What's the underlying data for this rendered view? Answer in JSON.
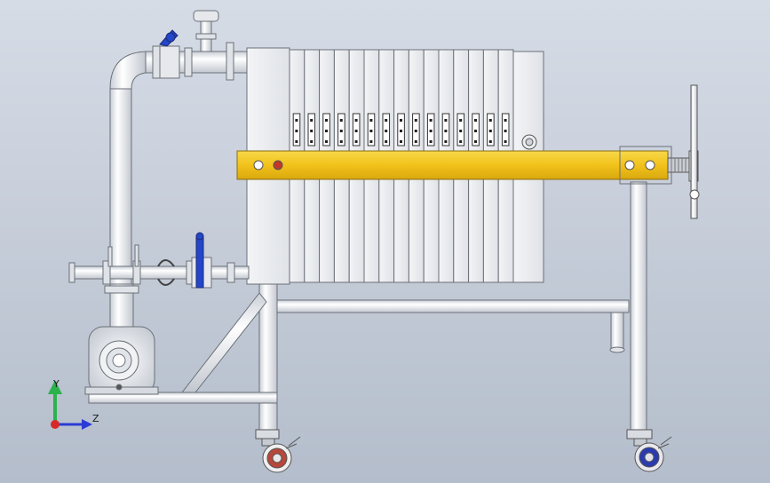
{
  "viewport": {
    "background_top": "#d6dce6",
    "background_bottom": "#b4bdcb"
  },
  "triad": {
    "y_label": "Y",
    "z_label": "Z",
    "y_color": "#2bb24c",
    "z_color": "#2a3bd6",
    "x_color": "#d62a2a"
  },
  "model": {
    "name": "plate-and-frame-filter-press",
    "plate_count": 15,
    "beam_color": "#f2c21b",
    "frame_color": "#e6e8ec",
    "valve_handle_color": "#2446c8",
    "caster_wheel_color": "#b8473b",
    "caster_wheel_color_right": "#2a3bb0",
    "indicator_color": "#c0392b"
  }
}
